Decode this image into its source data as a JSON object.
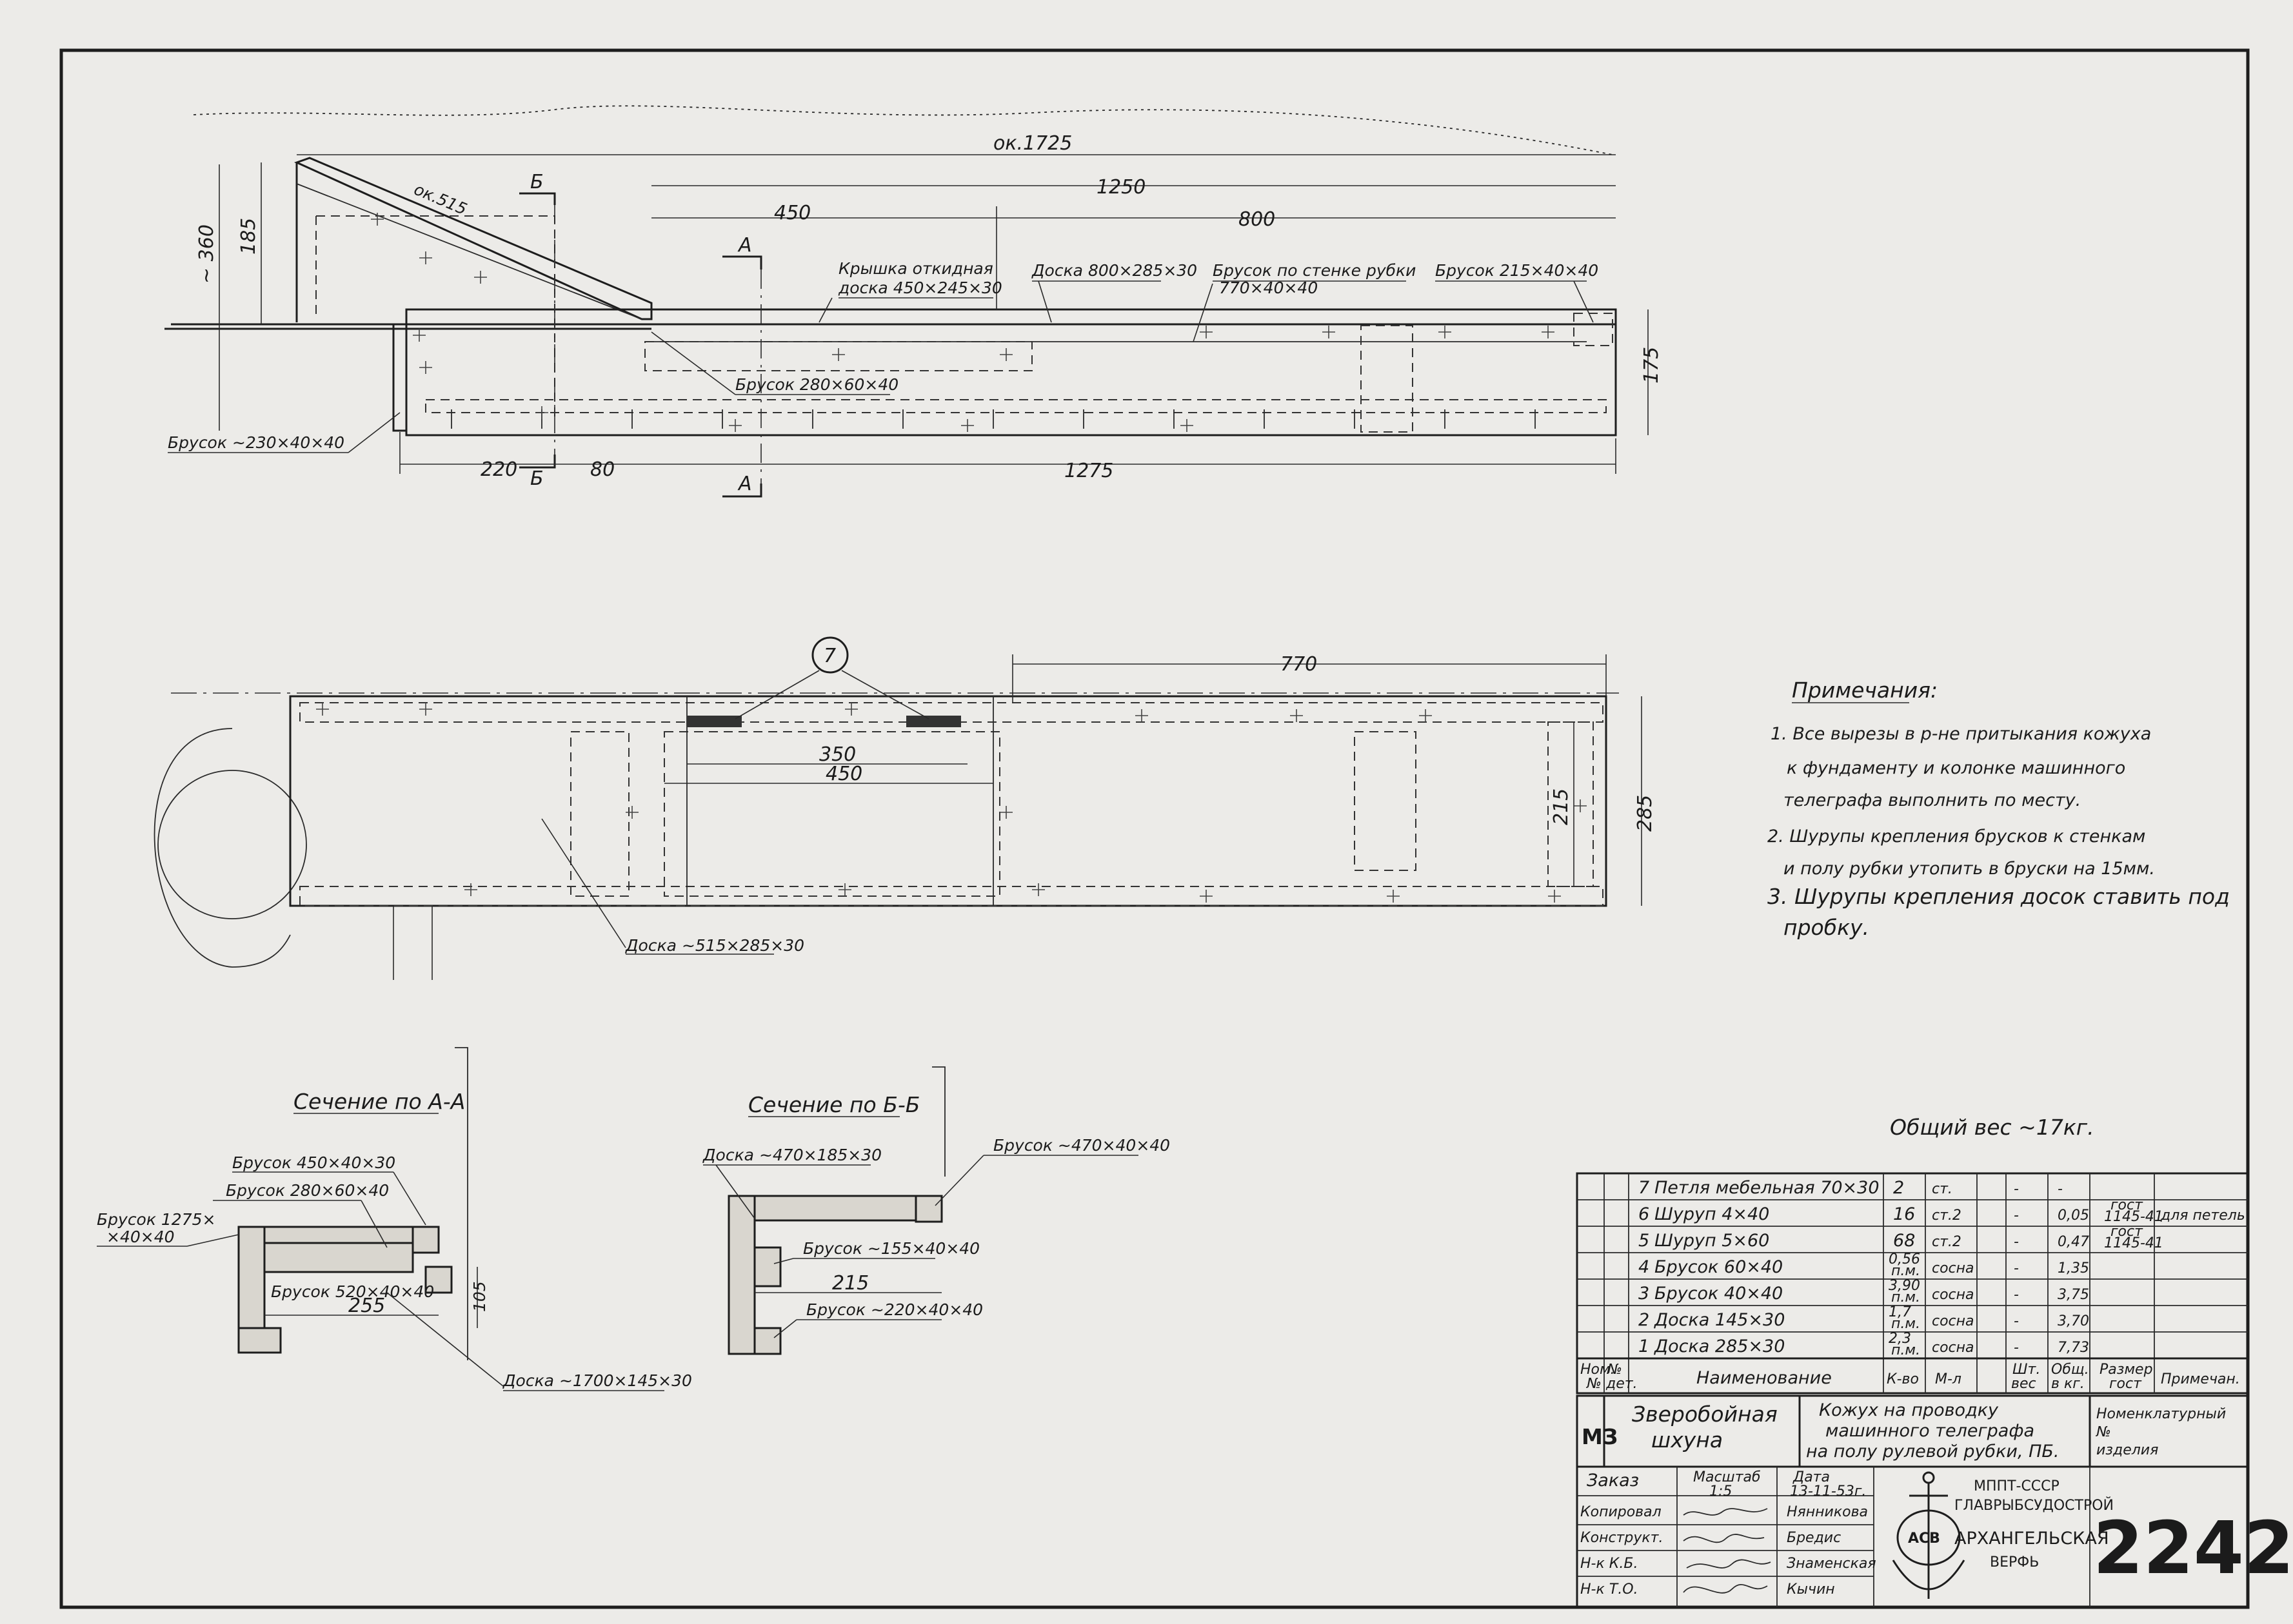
{
  "dims": {
    "d1725": "ок.1725",
    "d1250": "1250",
    "d450": "450",
    "d800": "800",
    "d515": "ок.515",
    "d360": "~ 360",
    "d185": "185",
    "d175": "175",
    "d220": "220",
    "d80": "80",
    "d1275": "1275",
    "d770": "770",
    "d350": "350",
    "d450b": "450",
    "d215": "215",
    "d285": "285",
    "d255": "255",
    "d105": "105",
    "d215b": "215"
  },
  "section_marks": {
    "a": "А",
    "b": "Б"
  },
  "labels": {
    "kryshka_1": "Крышка откидная",
    "kryshka_2": "доска 450×245×30",
    "doska800": "Доска 800×285×30",
    "brusok_stenka_1": "Брусок по стенке рубки",
    "brusok_stenka_2": "770×40×40",
    "brusok215": "Брусок 215×40×40",
    "brusok280": "Брусок 280×60×40",
    "brusok230": "Брусок ~230×40×40",
    "doska515": "Доска ~515×285×30",
    "callout7": "7"
  },
  "section_aa": {
    "title": "Сечение по А-А",
    "b450": "Брусок 450×40×30",
    "b280": "Брусок 280×60×40",
    "b1275_1": "Брусок 1275×",
    "b1275_2": "×40×40",
    "b520": "Брусок 520×40×40",
    "d1700": "Доска ~1700×145×30"
  },
  "section_bb": {
    "title": "Сечение по Б-Б",
    "d470": "Доска ~470×185×30",
    "b470": "Брусок ~470×40×40",
    "b155": "Брусок ~155×40×40",
    "b220": "Брусок ~220×40×40"
  },
  "notes": {
    "title": "Примечания:",
    "lines": [
      "1. Все вырезы в р-не притыкания кожуха",
      "к фундаменту и колонке машинного",
      "телеграфа выполнить по месту.",
      "2. Шурупы крепления брусков к стенкам",
      "и полу рубки утопить в бруски на 15мм.",
      "3. Шурупы крепления досок ставить под",
      "пробку."
    ]
  },
  "total_weight": "Общий вес ~17кг.",
  "bom": {
    "rows": [
      {
        "no": "7",
        "name": "Петля мебельная 70×30",
        "qty": "2",
        "mat": "ст.",
        "unit": "-",
        "total": "-",
        "gost": "",
        "note": ""
      },
      {
        "no": "6",
        "name": "Шуруп   4×40",
        "qty": "16",
        "mat": "ст.2",
        "unit": "-",
        "total": "0,05",
        "gost": "гост 1145-41",
        "note": "для петель"
      },
      {
        "no": "5",
        "name": "Шуруп   5×60",
        "qty": "68",
        "mat": "ст.2",
        "unit": "-",
        "total": "0,47",
        "gost": "гост 1145-41",
        "note": ""
      },
      {
        "no": "4",
        "name": "Брусок   60×40",
        "qty": "0,56 п.м.",
        "mat": "сосна",
        "unit": "-",
        "total": "1,35",
        "gost": "",
        "note": ""
      },
      {
        "no": "3",
        "name": "Брусок   40×40",
        "qty": "3,90 п.м.",
        "mat": "сосна",
        "unit": "-",
        "total": "3,75",
        "gost": "",
        "note": ""
      },
      {
        "no": "2",
        "name": "Доска   145×30",
        "qty": "1,7 п.м.",
        "mat": "сосна",
        "unit": "-",
        "total": "3,70",
        "gost": "",
        "note": ""
      },
      {
        "no": "1",
        "name": "Доска   285×30",
        "qty": "2,3 п.м.",
        "mat": "сосна",
        "unit": "-",
        "total": "7,73",
        "gost": "",
        "note": ""
      }
    ],
    "header": {
      "pos_1": "Ном.",
      "pos_2": "№",
      "det_1": "№",
      "det_2": "дет.",
      "name": "Наименование",
      "qty": "К-во",
      "mat": "М-л",
      "w_1": "Шт.",
      "w_2": "вес",
      "wt_1": "Общ.",
      "wt_2": "в кг.",
      "gost_1": "Размер",
      "gost_2": "гост",
      "note": "Примечан."
    }
  },
  "title_block": {
    "code": "МЗ",
    "vessel_1": "Зверобойная",
    "vessel_2": "шхуна",
    "title_1": "Кожух на проводку",
    "title_2": "машинного телеграфа",
    "title_3": "на полу рулевой рубки, ПБ.",
    "nomen_1": "Номенклатурный",
    "nomen_2": "№",
    "nomen_3": "изделия",
    "zakaz": "Заказ",
    "scale_label": "Масштаб",
    "scale": "1:5",
    "date_label": "Дата",
    "date": "13-11-53г.",
    "roles": [
      "Копировал",
      "Конструкт.",
      "Н-к К.Б.",
      "Н-к Т.О."
    ],
    "names": [
      "Нянникова",
      "Бредис",
      "Знаменская",
      "Кычин"
    ],
    "org_1": "МППТ-СССР",
    "org_2": "ГЛАВРЫБСУДОСТРОЙ",
    "org_3": "АРХАНГЕЛЬСКАЯ",
    "org_4": "ВЕРФЬ",
    "logo": "АСВ",
    "number": "2242"
  }
}
